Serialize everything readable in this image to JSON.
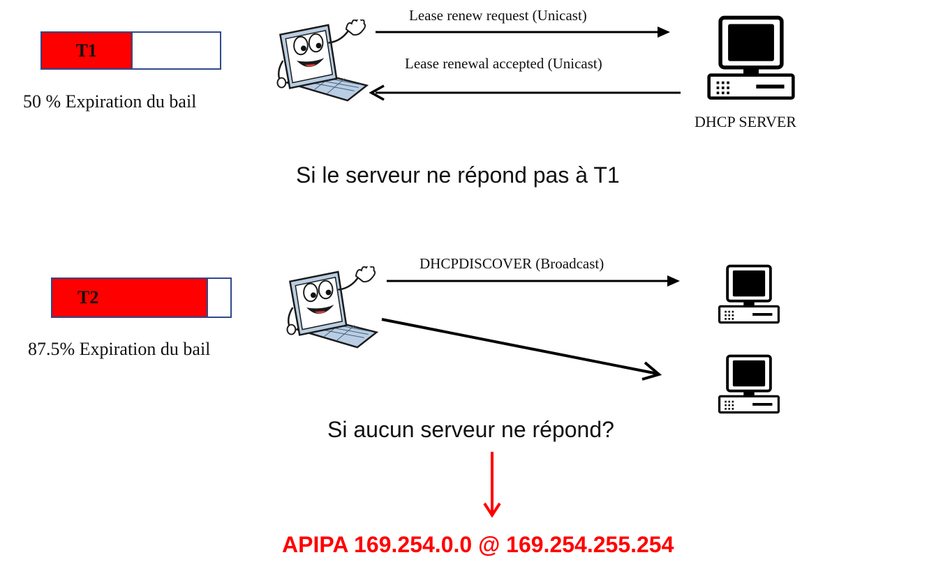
{
  "colors": {
    "accent_red": "#ff0000",
    "bar_border": "#2f4a8a",
    "ink": "#000000"
  },
  "top": {
    "bar": {
      "label": "T1",
      "fill_fraction": 0.5
    },
    "caption": "50 % Expiration du bail",
    "msg_request": "Lease renew request (Unicast)",
    "msg_accept": "Lease renewal accepted (Unicast)",
    "server_label": "DHCP SERVER",
    "icons": {
      "client": "laptop-cartoon-icon",
      "server": "computer-icon"
    }
  },
  "middle_heading": "Si le serveur ne répond pas à T1",
  "bottom": {
    "bar": {
      "label": "T2",
      "fill_fraction": 0.875
    },
    "caption": "87.5% Expiration du bail",
    "msg_discover": "DHCPDISCOVER (Broadcast)",
    "question": "Si aucun serveur ne répond?",
    "icons": {
      "client": "laptop-cartoon-icon",
      "server": "computer-icon"
    }
  },
  "apipa": "APIPA 169.254.0.0 @ 169.254.255.254"
}
